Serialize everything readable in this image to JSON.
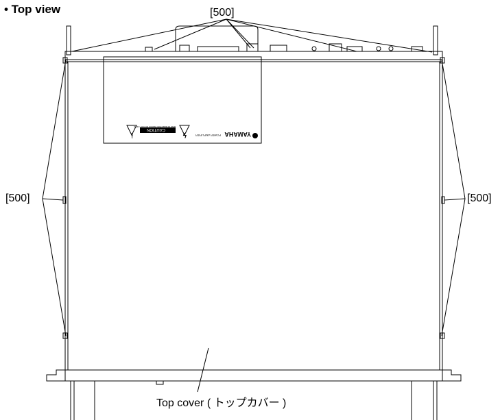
{
  "title": "• Top view",
  "callouts": {
    "top": "[500]",
    "left": "[500]",
    "right": "[500]"
  },
  "top_cover_label": "Top cover ( トップカバー )",
  "label_panel": {
    "brand": "YAMAHA",
    "caution_heading": "CAUTION",
    "caution_text": "RISK OF ELECTRIC SHOCK DO NOT OPEN",
    "model_text": "POWER AMPLIFIER"
  }
}
